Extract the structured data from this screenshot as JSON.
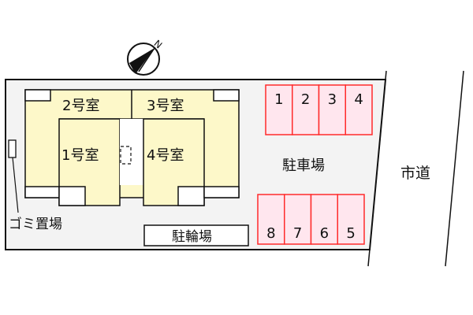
{
  "compass": {
    "label": "N",
    "icon": "north-arrow-icon"
  },
  "rooms": [
    {
      "label": "2号室"
    },
    {
      "label": "3号室"
    },
    {
      "label": "1号室"
    },
    {
      "label": "4号室"
    }
  ],
  "garbage": {
    "label": "ゴミ置場"
  },
  "bicycle_parking": {
    "label": "駐輪場"
  },
  "parking": {
    "label": "駐車場",
    "top_spaces": [
      "1",
      "2",
      "3",
      "4"
    ],
    "bottom_spaces": [
      "8",
      "7",
      "6",
      "5"
    ]
  },
  "road": {
    "label": "市道"
  },
  "colors": {
    "lot": "#f3f3f3",
    "building": "#fdf8c9",
    "parking_fill": "#ffe6ee",
    "parking_stroke": "#ff2b2b"
  }
}
